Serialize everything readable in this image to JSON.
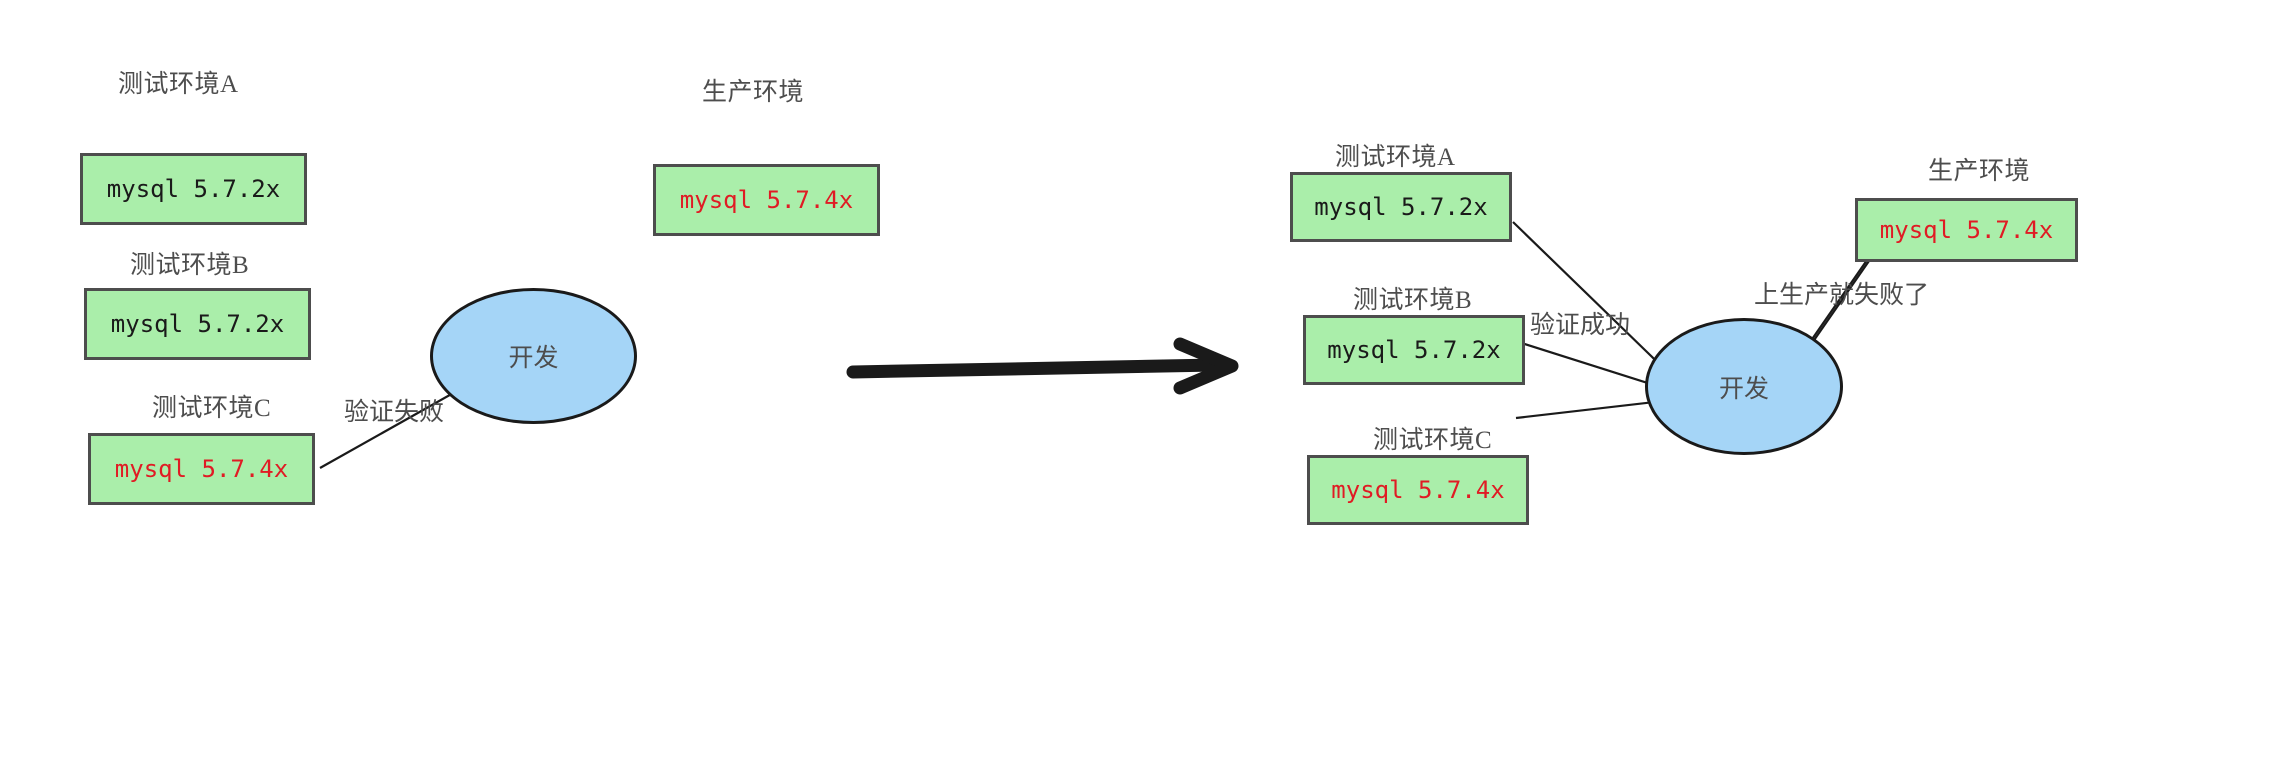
{
  "diagram": {
    "title_absent": true,
    "colors": {
      "box_fill": "#aaeeaa",
      "box_border": "#4d4d4d",
      "ellipse_fill": "#a5d5f7",
      "ellipse_border": "#1a1a1a",
      "text_ok": "#1a1a1a",
      "text_bad": "#e01b24",
      "label_text": "#4d4d4d",
      "arrow_thin": "#1a1a1a",
      "arrow_thick": "#1a1a1a",
      "background": "#ffffff"
    },
    "left_panel": {
      "env_a": {
        "label": "测试环境A",
        "version": "mysql 5.7.2x",
        "version_state": "ok"
      },
      "env_b": {
        "label": "测试环境B",
        "version": "mysql 5.7.2x",
        "version_state": "ok"
      },
      "env_c": {
        "label": "测试环境C",
        "version": "mysql 5.7.4x",
        "version_state": "bad"
      },
      "prod": {
        "label": "生产环境",
        "version": "mysql 5.7.4x",
        "version_state": "bad"
      },
      "dev_node": {
        "label": "开发"
      },
      "edge_labels": {
        "verify_fail": "验证失败"
      }
    },
    "transition_arrow": {
      "name": "big-right-arrow"
    },
    "right_panel": {
      "env_a": {
        "label": "测试环境A",
        "version": "mysql 5.7.2x",
        "version_state": "ok"
      },
      "env_b": {
        "label": "测试环境B",
        "version": "mysql 5.7.2x",
        "version_state": "ok"
      },
      "env_c": {
        "label": "测试环境C",
        "version": "mysql 5.7.4x",
        "version_state": "bad"
      },
      "prod": {
        "label": "生产环境",
        "version": "mysql 5.7.4x",
        "version_state": "bad"
      },
      "dev_node": {
        "label": "开发"
      },
      "edge_labels": {
        "verify_success": "验证成功",
        "prod_fail": "上生产就失败了"
      }
    }
  }
}
